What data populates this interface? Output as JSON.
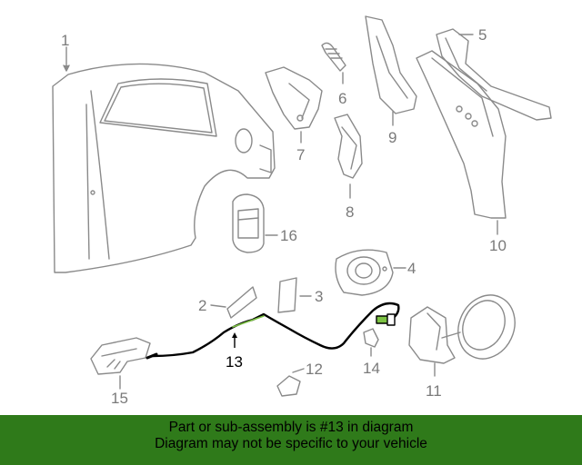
{
  "diagram": {
    "highlighted_part": "13",
    "colors": {
      "outline": "#8a8a8a",
      "highlight_part": "#000000",
      "highlight_accent": "#7cc243",
      "banner_background": "#2f7a1a",
      "banner_text": "#000000"
    },
    "callouts": {
      "p1": "1",
      "p2": "2",
      "p3": "3",
      "p4": "4",
      "p5": "5",
      "p6": "6",
      "p7": "7",
      "p8": "8",
      "p9": "9",
      "p10": "10",
      "p11": "11",
      "p12": "12",
      "p13": "13",
      "p14": "14",
      "p15": "15",
      "p16": "16"
    }
  },
  "banner": {
    "line1": "Part or sub-assembly is #13 in diagram",
    "line2": "Diagram may not be specific to your vehicle"
  }
}
